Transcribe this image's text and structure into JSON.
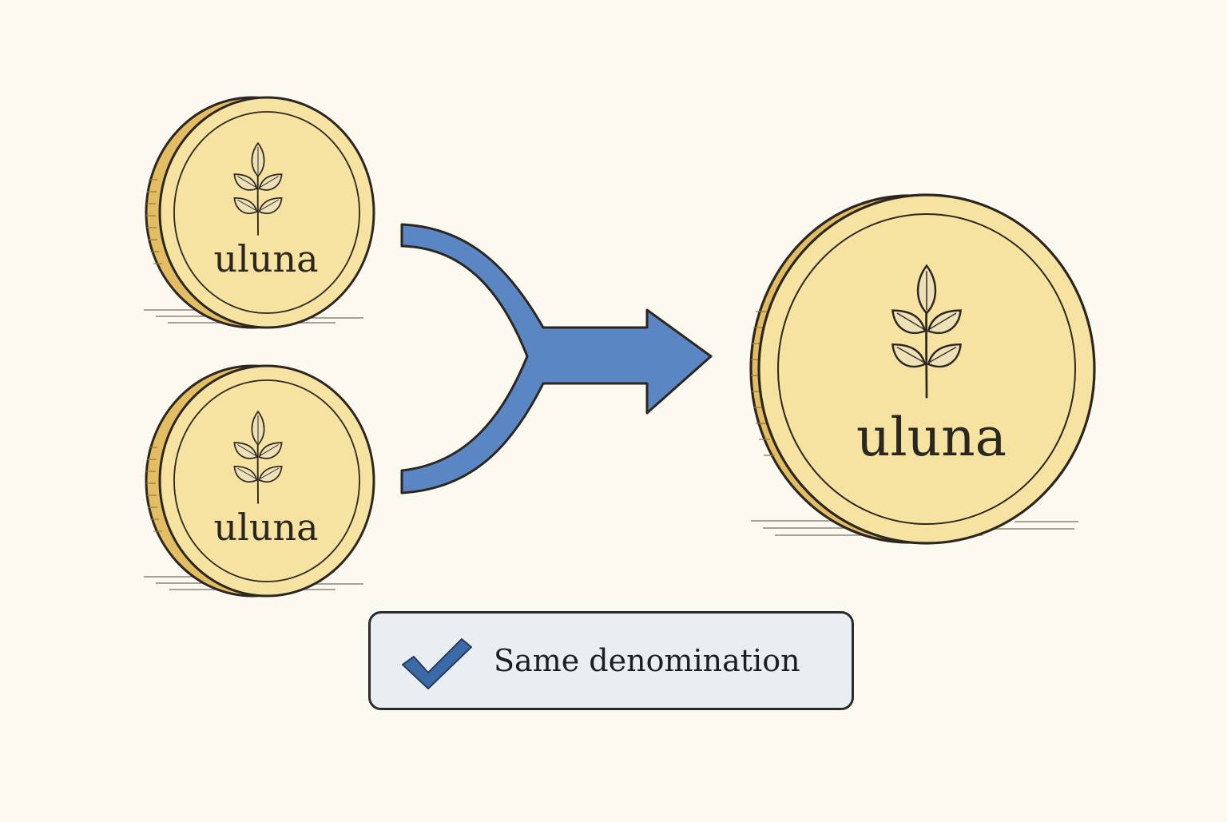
{
  "coins": {
    "input_top": {
      "label": "uluna"
    },
    "input_bottom": {
      "label": "uluna"
    },
    "output": {
      "label": "uluna"
    }
  },
  "badge": {
    "label": "Same denomination",
    "icon": "checkmark-icon"
  },
  "colors": {
    "background": "#fcf9f1",
    "coin_face": "#f7e3a1",
    "coin_edge": "#e2bd63",
    "outline": "#2b2620",
    "leaf": "#eee1b7",
    "arrow": "#5b86c4",
    "badge_fill": "#e9eef3",
    "check": "#3b6aa8"
  }
}
